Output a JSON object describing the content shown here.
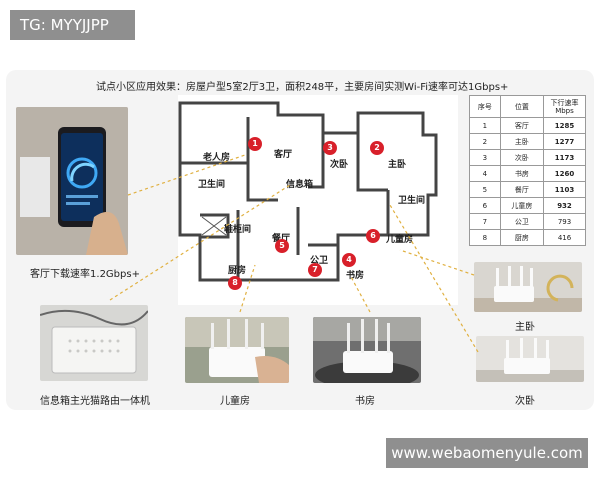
{
  "watermarks": {
    "top_left": "TG: MYYJJPP",
    "bottom_right": "www.webaomenyule.com"
  },
  "headline": "试点小区应用效果：房屋户型5室2厅3卫，面积248平，主要房间实测Wi-Fi速率可达1Gbps+",
  "captions": {
    "phone": "客厅下载速率1.2Gbps+",
    "infobox": "信息箱主光猫路由一体机",
    "kids_room": "儿童房",
    "study": "书房",
    "master_bedroom": "主卧",
    "second_bedroom": "次卧"
  },
  "rooms": {
    "elder": "老人房",
    "living": "客厅",
    "second": "次卧",
    "master": "主卧",
    "bath1": "卫生间",
    "infobox": "信息箱",
    "bath2": "卫生间",
    "shoe": "鞋柜间",
    "dining": "餐厅",
    "kids": "儿童房",
    "kitchen": "厨房",
    "public_bath": "公卫",
    "study": "书房"
  },
  "pins": [
    "1",
    "2",
    "3",
    "4",
    "5",
    "6",
    "7",
    "8"
  ],
  "table": {
    "headers": [
      "序号",
      "位置",
      "下行速率 Mbps"
    ],
    "rows": [
      {
        "no": "1",
        "loc": "客厅",
        "speed": "1285",
        "bold": true
      },
      {
        "no": "2",
        "loc": "主卧",
        "speed": "1277",
        "bold": true
      },
      {
        "no": "3",
        "loc": "次卧",
        "speed": "1173",
        "bold": true
      },
      {
        "no": "4",
        "loc": "书房",
        "speed": "1260",
        "bold": true
      },
      {
        "no": "5",
        "loc": "餐厅",
        "speed": "1103",
        "bold": true
      },
      {
        "no": "6",
        "loc": "儿童房",
        "speed": "932",
        "bold": true
      },
      {
        "no": "7",
        "loc": "公卫",
        "speed": "793",
        "bold": false
      },
      {
        "no": "8",
        "loc": "厨房",
        "speed": "416",
        "bold": false
      }
    ]
  },
  "colors": {
    "pin": "#d8202a",
    "arrow": "#e0b040",
    "watermark": "#8f8f8f"
  }
}
